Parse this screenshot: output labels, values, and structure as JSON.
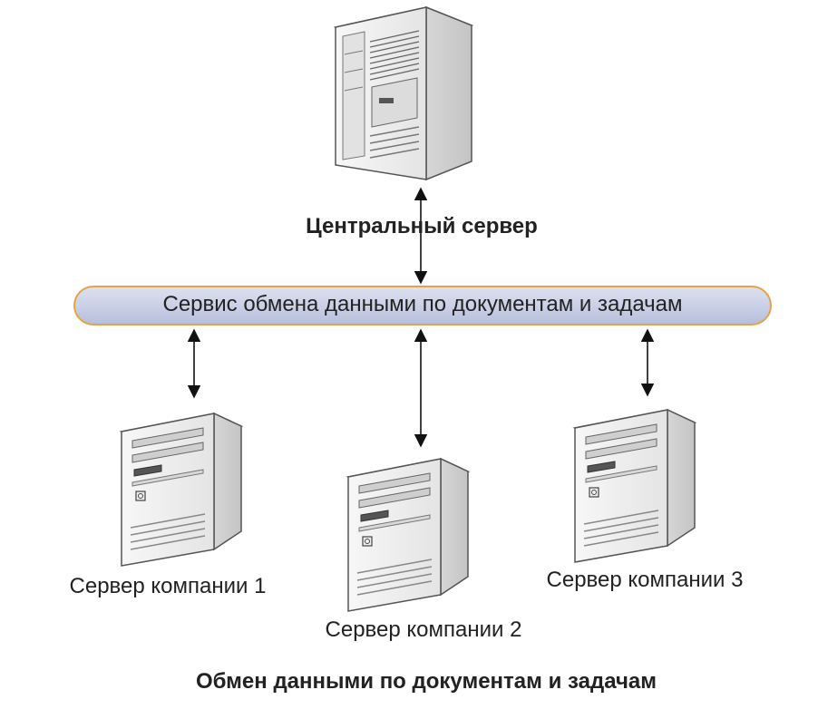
{
  "diagram": {
    "central_server_label": "Центральный сервер",
    "exchange_service_label": "Сервис обмена данными по документам и задачам",
    "company_servers": [
      {
        "label": "Сервер компании 1"
      },
      {
        "label": "Сервер компании 2"
      },
      {
        "label": "Сервер компании 3"
      }
    ],
    "caption": "Обмен данными по документам и задачам"
  },
  "colors": {
    "bus_fill": "#c9cfe6",
    "bus_border": "#e6a24a",
    "server_body": "#eeeeee",
    "outline": "#444444",
    "text": "#222222"
  },
  "icons": {
    "central": "central-server-cabinet-icon",
    "company": "tower-server-icon",
    "arrows": "bidirectional-arrow-icon"
  }
}
